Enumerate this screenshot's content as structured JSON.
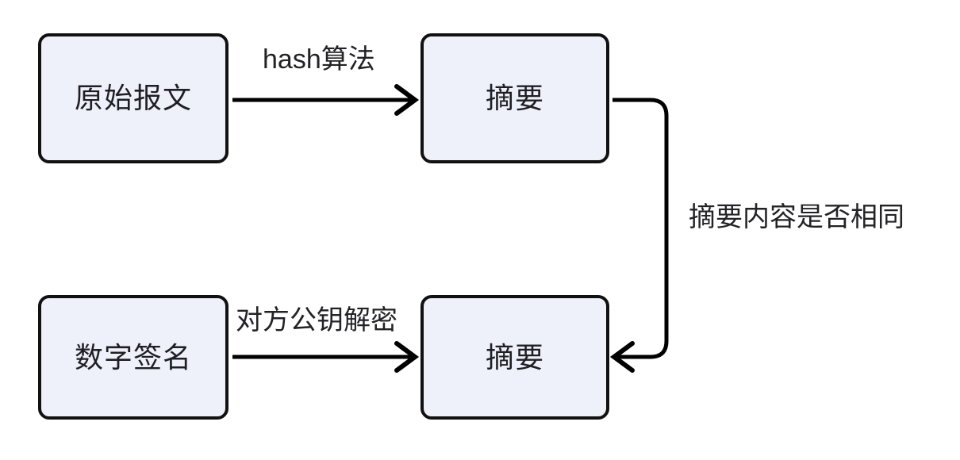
{
  "diagram": {
    "title": "digital-signature-verification-flow",
    "background_color": "#ffffff",
    "node_fill_color": "#eef1fa",
    "node_border_color": "#111111",
    "text_color": "#1f1f23",
    "edge_color": "#000000",
    "nodes": [
      {
        "id": "original-message",
        "label": "原始报文"
      },
      {
        "id": "digest-top",
        "label": "摘要"
      },
      {
        "id": "digital-signature",
        "label": "数字签名"
      },
      {
        "id": "digest-bottom",
        "label": "摘要"
      }
    ],
    "edges": [
      {
        "id": "hash",
        "label": "hash算法",
        "from": "original-message",
        "to": "digest-top"
      },
      {
        "id": "decrypt",
        "label": "对方公钥解密",
        "from": "digital-signature",
        "to": "digest-bottom"
      },
      {
        "id": "compare",
        "label": "摘要内容是否相同",
        "from": "digest-top",
        "to": "digest-bottom"
      }
    ]
  }
}
